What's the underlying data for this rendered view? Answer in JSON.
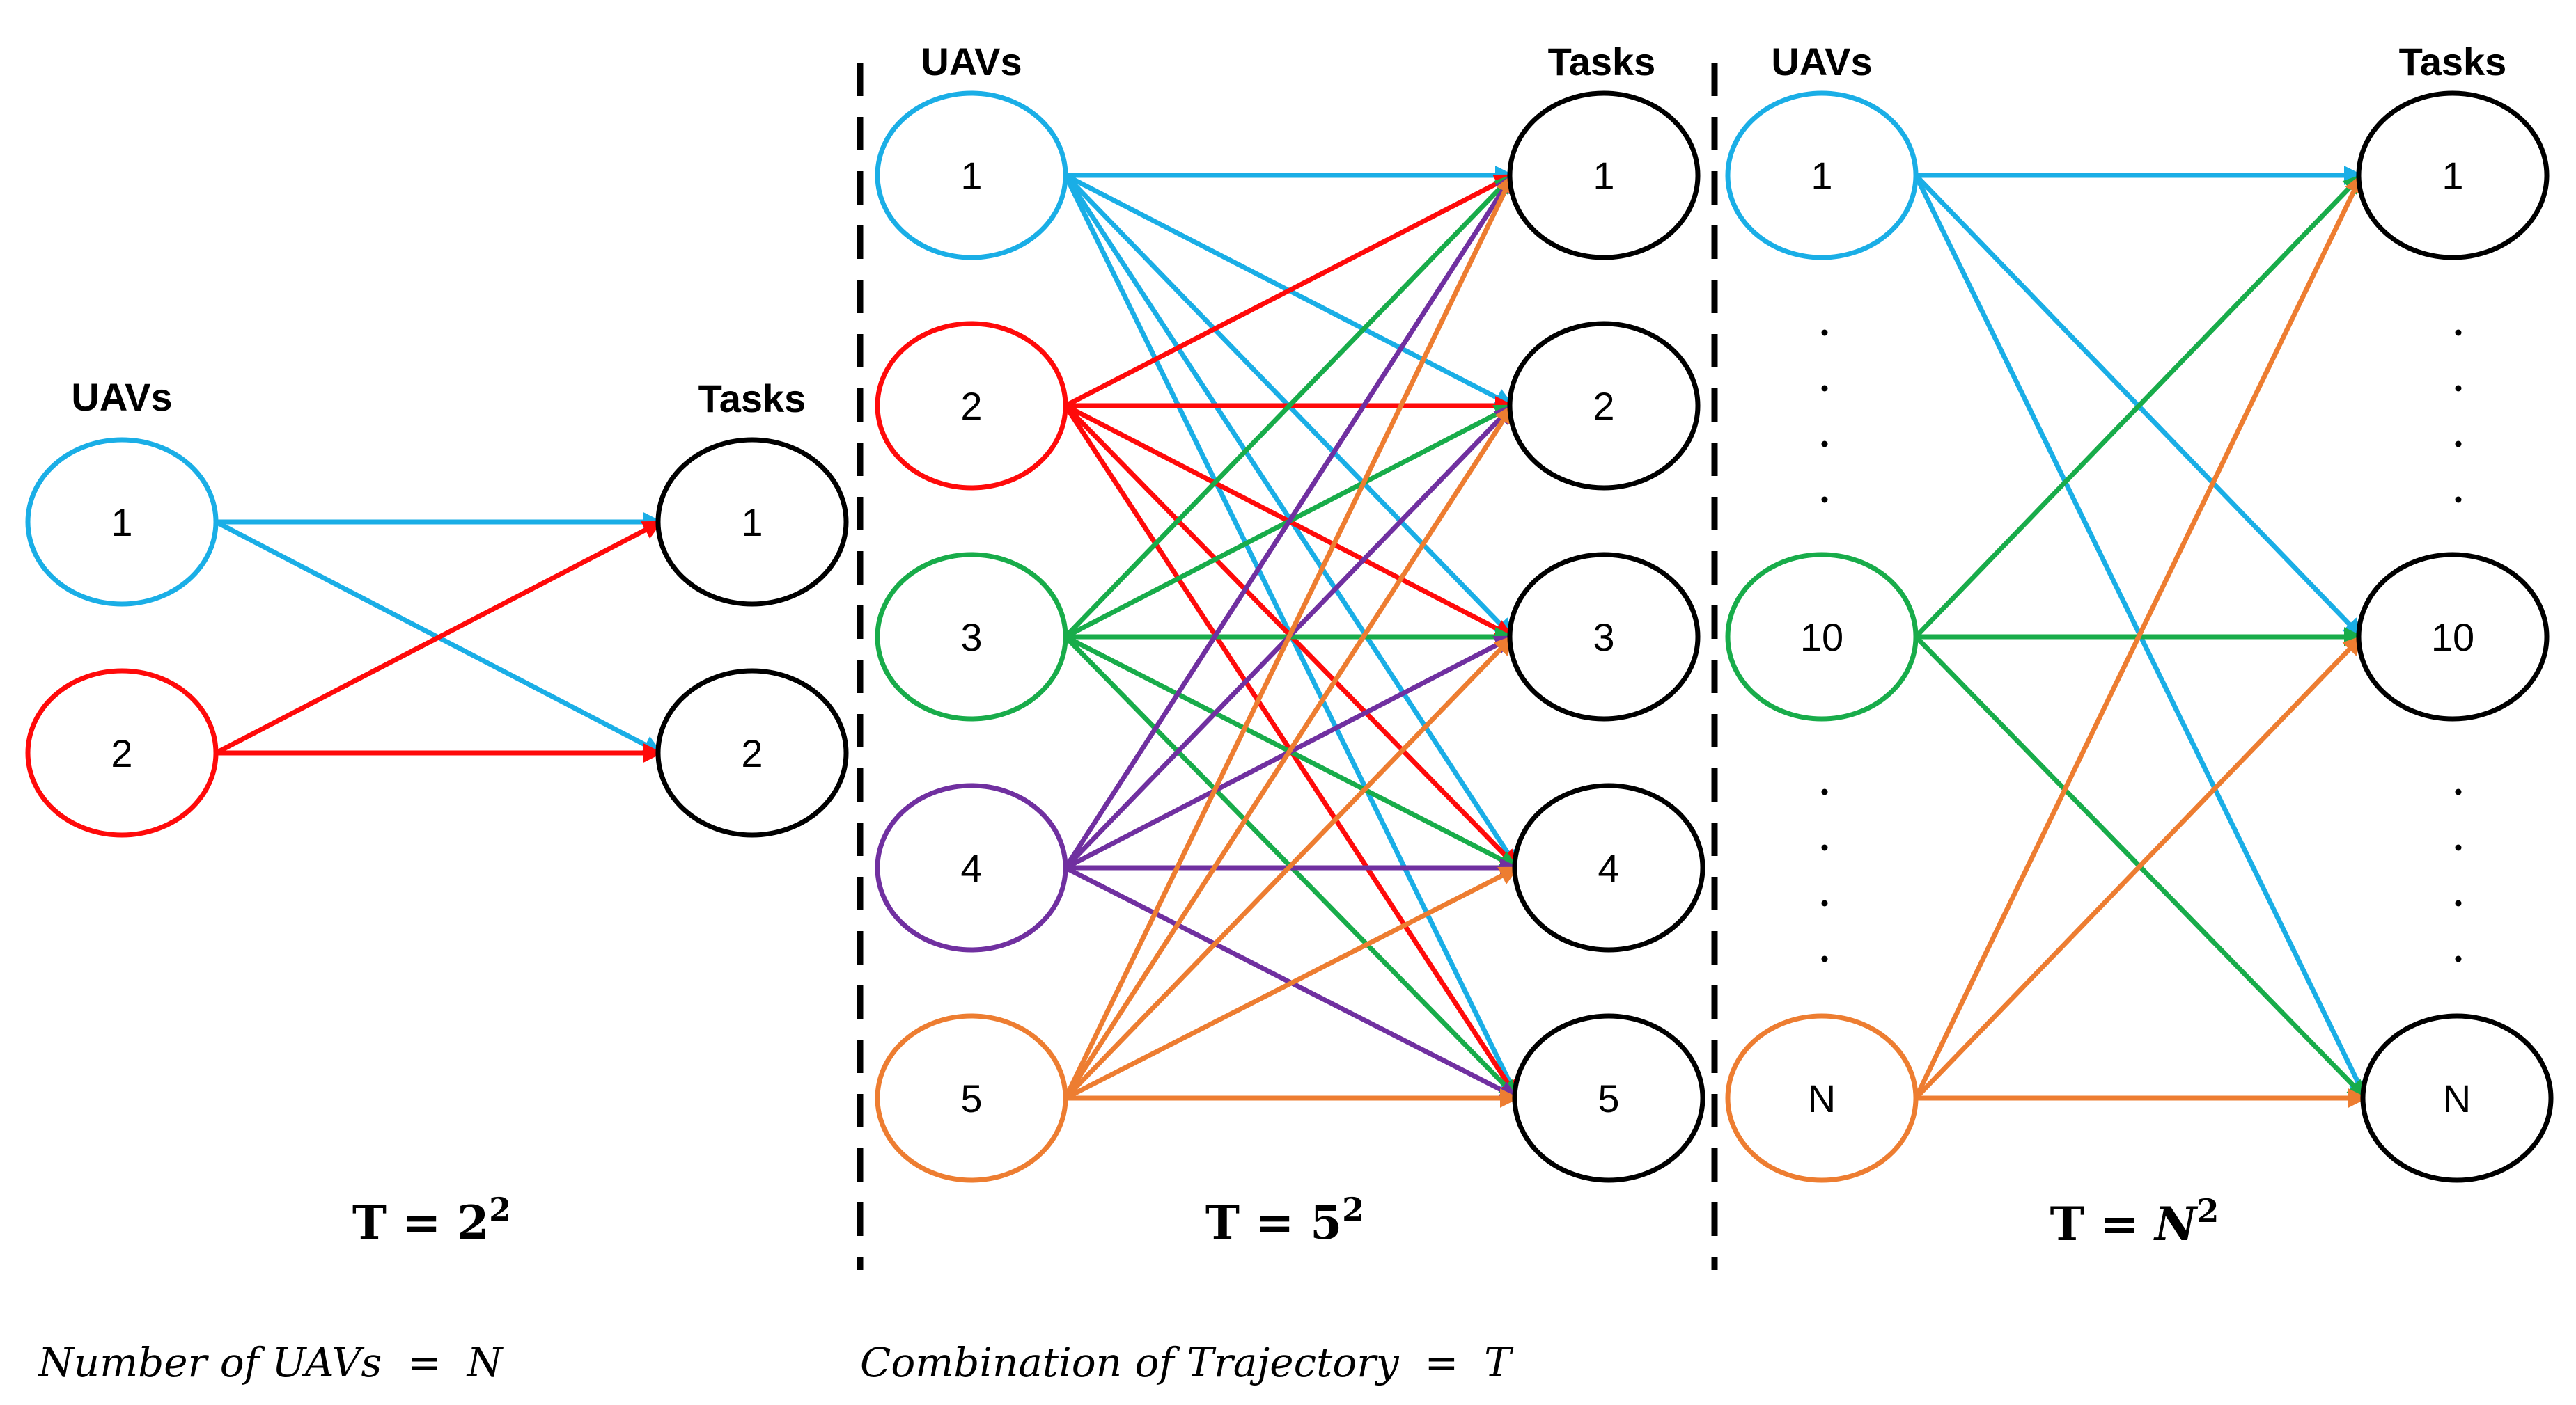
{
  "colors": {
    "uav_1": "#1aaee6",
    "uav_2": "#ff0a0a",
    "uav_3": "#18ac4a",
    "uav_4": "#7030a0",
    "uav_5": "#ed7d31",
    "task": "#000000",
    "divider": "#000000"
  },
  "panels": [
    {
      "uav_header": "UAVs",
      "task_header": "Tasks",
      "uavs": [
        {
          "label": "1",
          "color": "uav_1"
        },
        {
          "label": "2",
          "color": "uav_2"
        }
      ],
      "tasks": [
        {
          "label": "1"
        },
        {
          "label": "2"
        }
      ],
      "edges": [
        [
          0,
          0
        ],
        [
          0,
          1
        ],
        [
          1,
          0
        ],
        [
          1,
          1
        ]
      ],
      "formula": {
        "lhs": "T = ",
        "base": "2",
        "exp": "2"
      }
    },
    {
      "uav_header": "UAVs",
      "task_header": "Tasks",
      "uavs": [
        {
          "label": "1",
          "color": "uav_1"
        },
        {
          "label": "2",
          "color": "uav_2"
        },
        {
          "label": "3",
          "color": "uav_3"
        },
        {
          "label": "4",
          "color": "uav_4"
        },
        {
          "label": "5",
          "color": "uav_5"
        }
      ],
      "tasks": [
        {
          "label": "1"
        },
        {
          "label": "2"
        },
        {
          "label": "3"
        },
        {
          "label": "4"
        },
        {
          "label": "5"
        }
      ],
      "edges": "all",
      "formula": {
        "lhs": "T = ",
        "base": "5",
        "exp": "2"
      }
    },
    {
      "uav_header": "UAVs",
      "task_header": "Tasks",
      "uavs": [
        {
          "label": "1",
          "color": "uav_1"
        },
        {
          "label": "10",
          "color": "uav_3"
        },
        {
          "label": "N",
          "color": "uav_5"
        }
      ],
      "tasks": [
        {
          "label": "1"
        },
        {
          "label": "10"
        },
        {
          "label": "N"
        }
      ],
      "edges": "all",
      "formula": {
        "lhs": "T = ",
        "base": "N",
        "exp": "2"
      }
    }
  ],
  "footer": {
    "left": "Number of UAVs  =  N",
    "right": "Combination of Trajectory  =  T"
  }
}
